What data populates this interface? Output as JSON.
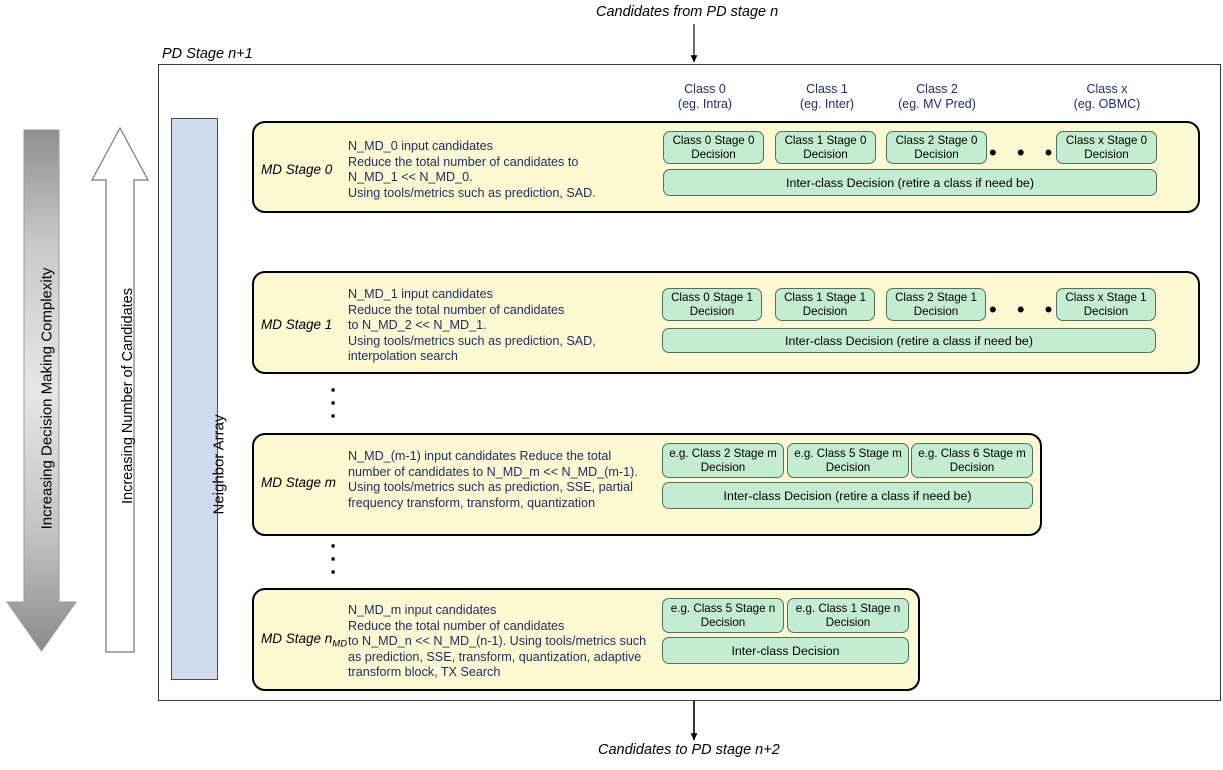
{
  "top_caption": "Candidates from PD stage n",
  "bottom_caption": "Candidates to PD stage n+2",
  "frame_label": "PD Stage n+1",
  "left_axis": {
    "complexity_label": "Increasing Decision Making Complexity",
    "candidates_label": "Increasing Number of Candidates"
  },
  "neighbor_array": {
    "label": "Neighbor Array"
  },
  "class_headers": [
    {
      "name": "Class 0",
      "example": "(eg. Intra)"
    },
    {
      "name": "Class 1",
      "example": "(eg. Inter)"
    },
    {
      "name": "Class 2",
      "example": "(eg. MV Pred)"
    },
    {
      "name": "Class x",
      "example": "(eg. OBMC)"
    }
  ],
  "ellipsis": {
    "horizontal": "• • •",
    "vertical": "▪\n▪\n▪"
  },
  "stages": [
    {
      "name": "MD Stage 0",
      "description": "N_MD_0 input candidates\nReduce the total number of candidates to\nN_MD_1 << N_MD_0.\nUsing tools/metrics such as prediction, SAD.",
      "decisions": [
        "Class 0 Stage 0\nDecision",
        "Class 1 Stage 0\nDecision",
        "Class 2 Stage 0\nDecision",
        "Class x Stage 0\nDecision"
      ],
      "inter_class": "Inter-class Decision (retire a class if need be)"
    },
    {
      "name": "MD Stage 1",
      "description": "N_MD_1 input candidates\nReduce the total number of candidates\nto N_MD_2 << N_MD_1.\nUsing tools/metrics such as prediction, SAD,\ninterpolation search",
      "decisions": [
        "Class 0 Stage 1\nDecision",
        "Class 1 Stage 1\nDecision",
        "Class 2 Stage 1\nDecision",
        "Class x Stage 1\nDecision"
      ],
      "inter_class": "Inter-class Decision (retire a class if need be)"
    },
    {
      "name": "MD Stage m",
      "description": "N_MD_(m-1) input candidates Reduce the total number of candidates to N_MD_m << N_MD_(m-1). Using tools/metrics such as prediction, SSE, partial frequency transform, transform, quantization",
      "decisions": [
        "e.g. Class 2 Stage m\nDecision",
        "e.g. Class 5 Stage m\nDecision",
        "e.g. Class 6 Stage m\nDecision"
      ],
      "inter_class": "Inter-class Decision (retire a class if need be)"
    },
    {
      "name_prefix": "MD Stage n",
      "name_subscript": "MD",
      "description": "N_MD_m input candidates\nReduce the total number of candidates\nto N_MD_n << N_MD_(n-1). Using tools/metrics such\nas prediction, SSE, transform, quantization, adaptive\ntransform block, TX Search",
      "decisions": [
        "e.g. Class 5 Stage n\nDecision",
        "e.g. Class 1 Stage n\nDecision"
      ],
      "inter_class": "Inter-class Decision"
    }
  ],
  "colors": {
    "stage_fill": "#fcf9d2",
    "decision_fill": "#c4ecd0",
    "neighbor_fill": "#cfdcee",
    "header_text": "#1f2f63",
    "desc_text": "#1f2f63",
    "arrow": "#000000"
  }
}
